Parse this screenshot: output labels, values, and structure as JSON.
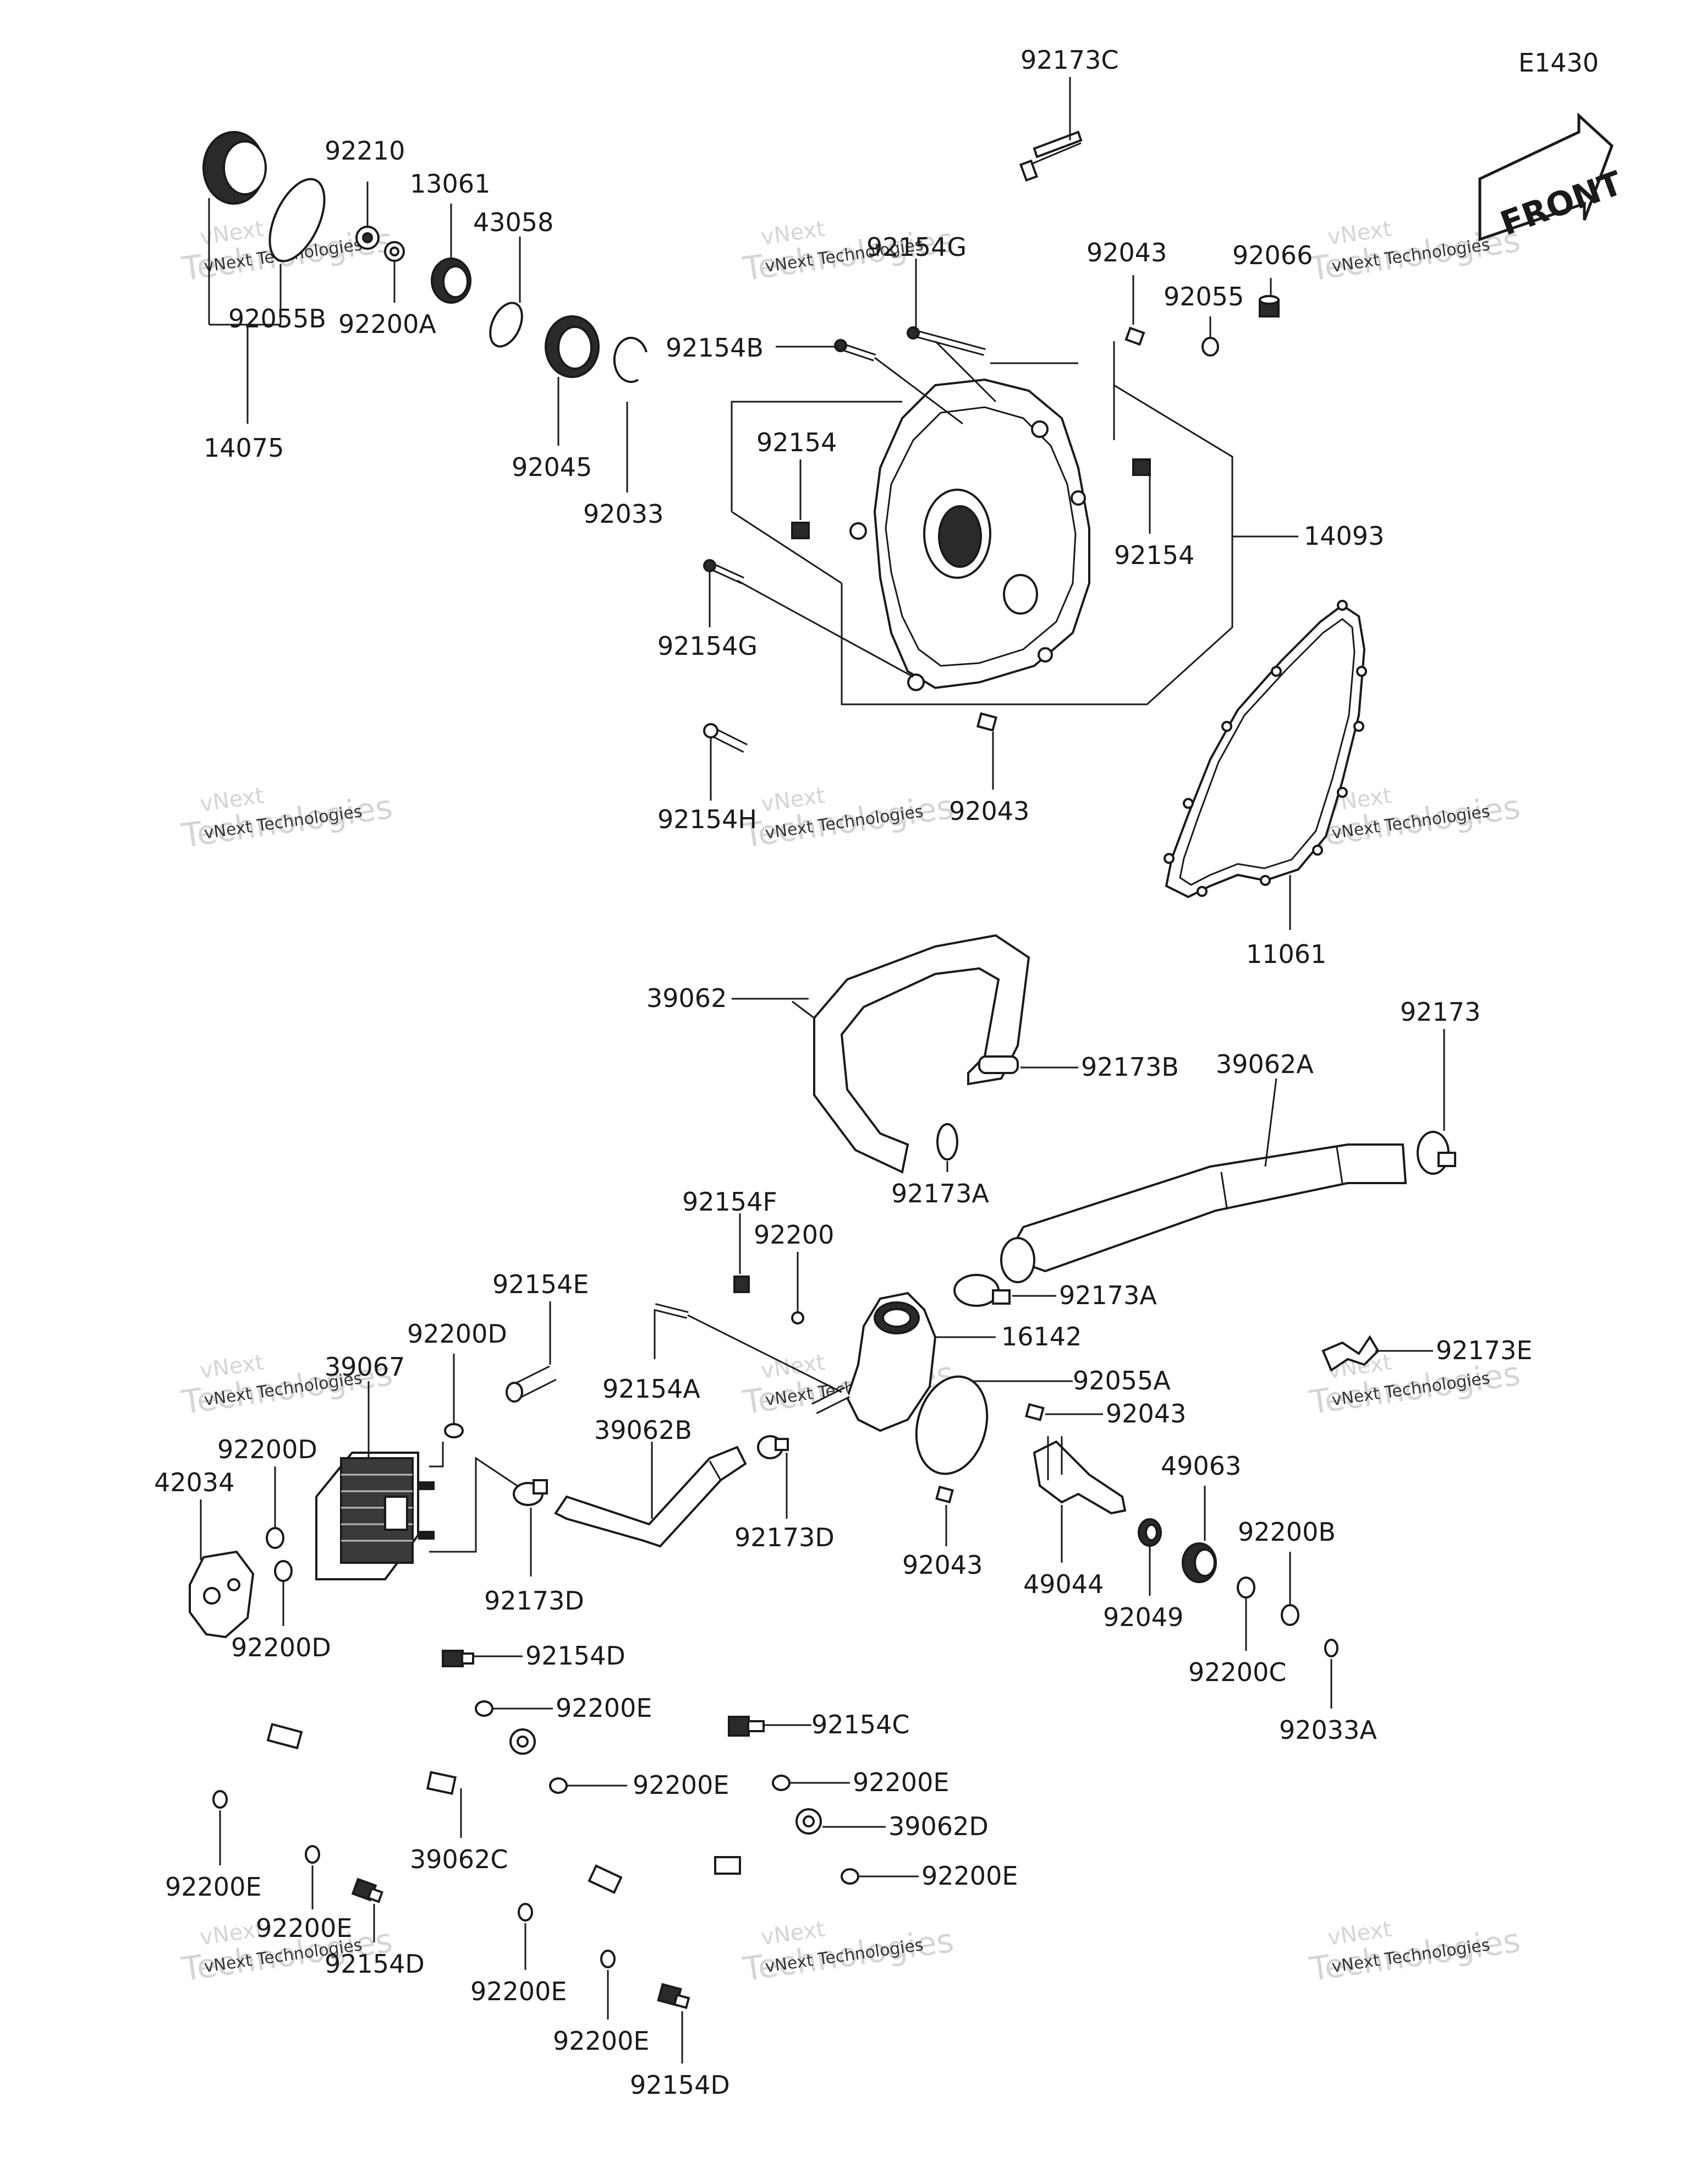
{
  "diagram_code": "E1430",
  "front_label": "FRONT",
  "watermark": {
    "line1": "vNext Technologies",
    "line2": "Technologies",
    "badge": "vNext"
  },
  "labels": {
    "92173C": "92173C",
    "92210": "92210",
    "13061": "13061",
    "43058": "43058",
    "92055B": "92055B",
    "92200A": "92200A",
    "14075": "14075",
    "92045": "92045",
    "92033": "92033",
    "92154G_top": "92154G",
    "92043_top": "92043",
    "92066": "92066",
    "92055": "92055",
    "92154B": "92154B",
    "92154_left": "92154",
    "92154_right": "92154",
    "14093": "14093",
    "92154G_bottom": "92154G",
    "92154H": "92154H",
    "92043_mid": "92043",
    "11061": "11061",
    "39062": "39062",
    "92173B": "92173B",
    "39062A": "39062A",
    "92173": "92173",
    "92173A_top": "92173A",
    "92154F": "92154F",
    "92200": "92200",
    "92154E": "92154E",
    "92173A_mid": "92173A",
    "16142": "16142",
    "92200D_top": "92200D",
    "39067": "39067",
    "92154A": "92154A",
    "92055A": "92055A",
    "92043_low": "92043",
    "92173E": "92173E",
    "92200D_left": "92200D",
    "42034": "42034",
    "39062B": "39062B",
    "92173D_left": "92173D",
    "92173D_mid": "92173D",
    "92043_bottom": "92043",
    "49044": "49044",
    "49063": "49063",
    "92200B": "92200B",
    "92049": "92049",
    "92200C": "92200C",
    "92200D_bottom": "92200D",
    "92154D_top": "92154D",
    "92200E_a": "92200E",
    "92154C": "92154C",
    "92033A": "92033A",
    "92200E_b": "92200E",
    "92200E_c": "92200E",
    "39062D": "39062D",
    "92200E_left": "92200E",
    "39062C": "39062C",
    "92200E_d": "92200E",
    "92200E_e": "92200E",
    "92154D_mid": "92154D",
    "92200E_f": "92200E",
    "92200E_g": "92200E",
    "92154D_bottom": "92154D"
  }
}
